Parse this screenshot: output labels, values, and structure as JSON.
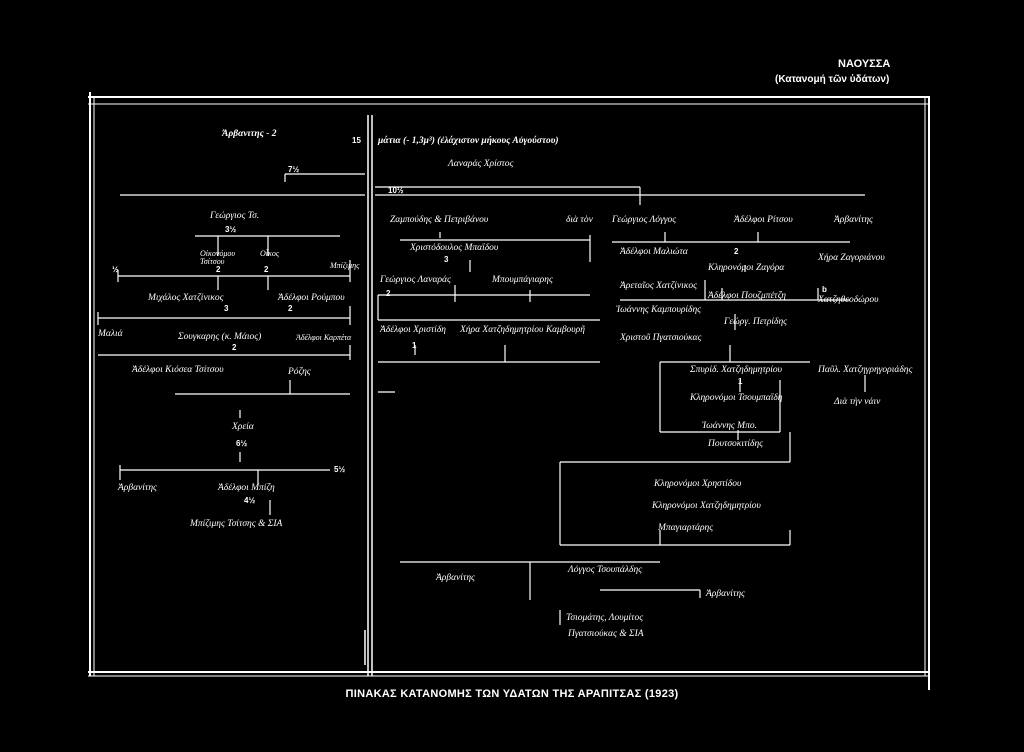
{
  "header": {
    "title": "ΝΑΟΥΣΣΑ",
    "subtitle": "(Κατανομή τῶν ὑδάτων)"
  },
  "caption": "ΠΙΝΑΚΑΣ ΚΑΤΑΝΟΜΗΣ ΤΩΝ ΥΔΑΤΩΝ ΤΗΣ ΑΡΑΠΙΤΣΑΣ (1923)",
  "left": {
    "arvanitis_top": "Άρβανιτης - 2",
    "percent_7": "7½",
    "georgios": "Γεώργιος Τσ.",
    "share_3_half": "3½",
    "oikonomou_tsitsou": "Οἰκονόμου Τσίτσου",
    "oikos": "Οἶκος",
    "mpizimis": "Μπίζιμης",
    "n_half": "½",
    "n2a": "2",
    "n2b": "2",
    "michalos": "Μιχάλος Χατζίνικος",
    "adelfoi_poumpou": "Ἀδέλφοι Ρούμπου",
    "n3": "3",
    "n2c": "2",
    "malia": "Μαλιά",
    "sougkaris": "Σουγκαρης (κ. Μάιος)",
    "adelfoi_karpeta": "Ἀδέλφοι Καρπέτα",
    "n2d": "2",
    "adelfoi_kiosea": "Ἀδέλφοι Κιόσεα Τσίτσου",
    "rozis": "Ρόζης",
    "xpeia": "Χρεία",
    "six_half": "6½",
    "five_half": "5½",
    "arvanitis_b": "Ἀρβανίτης",
    "adelfoi_mpizi": "Ἀδέλφοι Μπίζη",
    "four_half": "4½",
    "mpizimis_tsitsis": "Μπίζιμης Τσίτσης & ΣΙΑ"
  },
  "center": {
    "n15": "15",
    "matia": "μάτια (- 1,3μ³) (ἐλάχιστον μήκους Αὐγούστου)",
    "lanaras": "Λαναράς Χρίστος",
    "ten_half": "10½",
    "zaboudis": "Ζαμπούδης & Πετριβάνου",
    "dia_ton": "διὰ τὸν",
    "christodoulos": "Χριστόδουλος Μπαΐδου",
    "n3": "3",
    "georgios_lanaras": "Γεώργιος Λαναράς",
    "mpoumpagiaris": "Μπουμπάγιαρης",
    "n2": "2",
    "adelfoi_christidi": "Ἀδέλφοι Χριστίδη",
    "xira": "Χήρα Χατζηδημητρίου",
    "kamvouri": "Καμβουρῆ",
    "n1": "1"
  },
  "right": {
    "georgios_logos": "Γεώργιος Λόγγος",
    "adelfoi_ritzou": "Ἀδέλφοι Ρίτσου",
    "arvanitis": "Ἀρβανίτης",
    "adelfoi_maliota": "Ἀδέλφοι Μαλιώτα",
    "n2a": "2",
    "klironomoi_zagora": "Κληρονόμοι Ζαγόρα",
    "xira_zagorianou": "Χήρα Ζαγοριάνου",
    "aretaios": "Ἀρεταῖος Χατζίνικος",
    "b_mark": "b",
    "adelfoi_pouzmpetzi": "Ἀδέλφοι Πουζμπέτζη",
    "xatzitheodorou": "Χατζηθεοδώρου",
    "ioannis_kampouridis": "Ἰωάννης Καμπουρίδης",
    "georg_petridis": "Γεώργ. Πετρίδης",
    "christou_pgataiouka": "Χριστοῦ Πγατσιούκας",
    "n1": "1",
    "sygrea": "Σπυρίδ. Χατζηδημητρίου",
    "paul_xatz": "Παῦλ. Χατζηγρηγοριάδης",
    "klironomoi_tzoumpa": "Κληρονόμοι Τσουμπαΐδη",
    "dia_tin_nain": "Διὰ τὴν νάιν",
    "ioannis_mp": "Ἰωάννης Μπο.",
    "poutsokitidis": "Πουτσοκιτίδης",
    "klironomoi_christidou": "Κληρονόμοι Χρηστίδου",
    "klironomoi_xatz": "Κληρονόμοι Χατζηδημητρίου",
    "mpagiaros": "Μπαγιαρτάρης",
    "arvanitis_b": "Ἀρβανίτης",
    "logos_tsoupaldis": "Λόγγος Τσουπάλδης",
    "arvanitis_c": "Ἀρβανίτης",
    "tsiomatis": "Τσιομάτης, Λουμίτος",
    "pgaitsioukas": "Πγατσιούκας & ΣΙΑ"
  }
}
